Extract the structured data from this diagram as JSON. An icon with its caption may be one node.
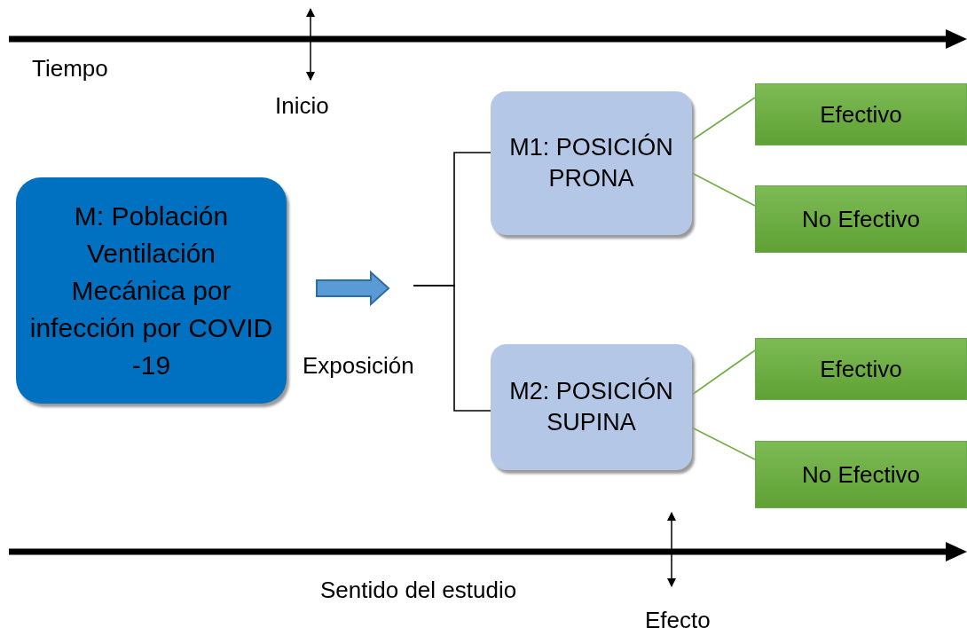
{
  "diagram": {
    "nodes": [
      {
        "text": [
          "M: Población Ventilación Mecánica por infección por COVID -19"
        ]
      },
      {
        "text": [
          "M1: POSICIÓN PRONA"
        ]
      },
      {
        "text": [
          "M2: POSICIÓN SUPINA"
        ]
      },
      {
        "text": [
          "Efectivo"
        ]
      },
      {
        "text": [
          "No Efectivo"
        ]
      },
      {
        "text": [
          "Efectivo"
        ]
      },
      {
        "text": [
          "No Efectivo"
        ]
      }
    ],
    "edges": [
      {
        "from": null,
        "to": 1,
        "arrow": "none",
        "color": "#000000"
      },
      {
        "from": null,
        "to": 2,
        "arrow": "none",
        "color": "#000000"
      },
      {
        "from": 1,
        "to": 3,
        "arrow": "none"
      },
      {
        "from": 1,
        "to": 4,
        "arrow": "none"
      },
      {
        "from": 2,
        "to": 5,
        "arrow": "none"
      },
      {
        "from": 2,
        "to": 6,
        "arrow": "none"
      }
    ],
    "labels": [
      "Tiempo",
      "Inicio",
      "Exposición",
      "Sentido del estudio",
      "Efecto"
    ]
  }
}
